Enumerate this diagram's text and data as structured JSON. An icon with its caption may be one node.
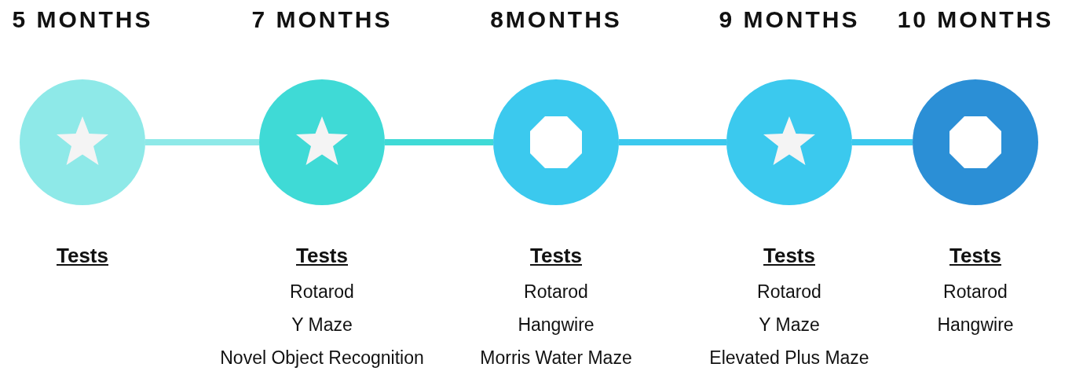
{
  "diagram": {
    "nodes": [
      {
        "text": [
          "5 MONTHS"
        ],
        "beside": [
          "Tests"
        ]
      },
      {
        "text": [
          "7 MONTHS"
        ],
        "beside": [
          "Tests",
          "Rotarod",
          "Y Maze",
          "Novel Object Recognition"
        ]
      },
      {
        "text": [
          "8MONTHS"
        ],
        "beside": [
          "Tests",
          "Rotarod",
          "Hangwire",
          "Morris Water Maze"
        ]
      },
      {
        "text": [
          "9 MONTHS"
        ],
        "beside": [
          "Tests",
          "Rotarod",
          "Y Maze",
          "Elevated Plus Maze"
        ]
      },
      {
        "text": [
          "10 MONTHS"
        ],
        "beside": [
          "Tests",
          "Rotarod",
          "Hangwire"
        ]
      }
    ],
    "edges": [
      {
        "from": 0,
        "to": 1,
        "arrow": "none",
        "color": "#8ee9e8"
      },
      {
        "from": 1,
        "to": 2,
        "arrow": "none",
        "color": "#3fdad6"
      },
      {
        "from": 2,
        "to": 3,
        "arrow": "none"
      },
      {
        "from": 3,
        "to": 4,
        "arrow": "none"
      }
    ]
  }
}
